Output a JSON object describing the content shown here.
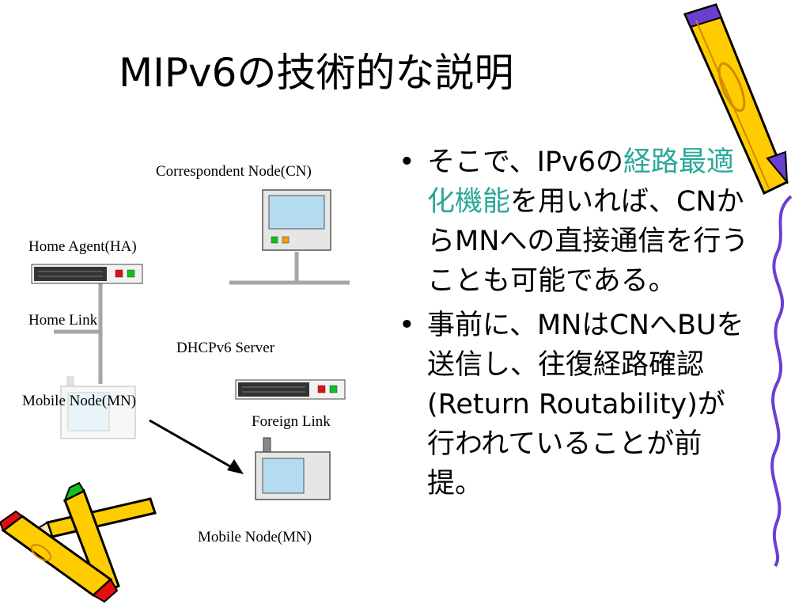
{
  "slide": {
    "title": "MIPv6の技術的な説明"
  },
  "diagram": {
    "cn_label": "Correspondent Node(CN)",
    "ha_label": "Home Agent(HA)",
    "home_link_label": "Home Link",
    "dhcp_label": "DHCPv6 Server",
    "mn_home_label": "Mobile Node(MN)",
    "foreign_link_label": "Foreign Link",
    "mn_foreign_label": "Mobile Node(MN)"
  },
  "bullets": {
    "b1_part1": "そこで、IPv6の",
    "b1_highlight": "経路最適化機能",
    "b1_part2": "を用いれば、CNからMNへの直接通信を行うことも可能である。",
    "b2_text": "事前に、MNはCNへBUを送信し、往復経路確認(Return Routability)が行われていることが前提。",
    "bullet_char": "•"
  },
  "colors": {
    "highlight": "#2aa89a",
    "monitor_screen": "#b4dbf0",
    "pencil_body": "#ffcc00",
    "pencil_outline": "#000000",
    "pencil_accent": "#6a3fd0",
    "wire": "#a6a6a6",
    "led_red": "#e01010",
    "led_green": "#10c020",
    "led_orange": "#f0a000"
  }
}
